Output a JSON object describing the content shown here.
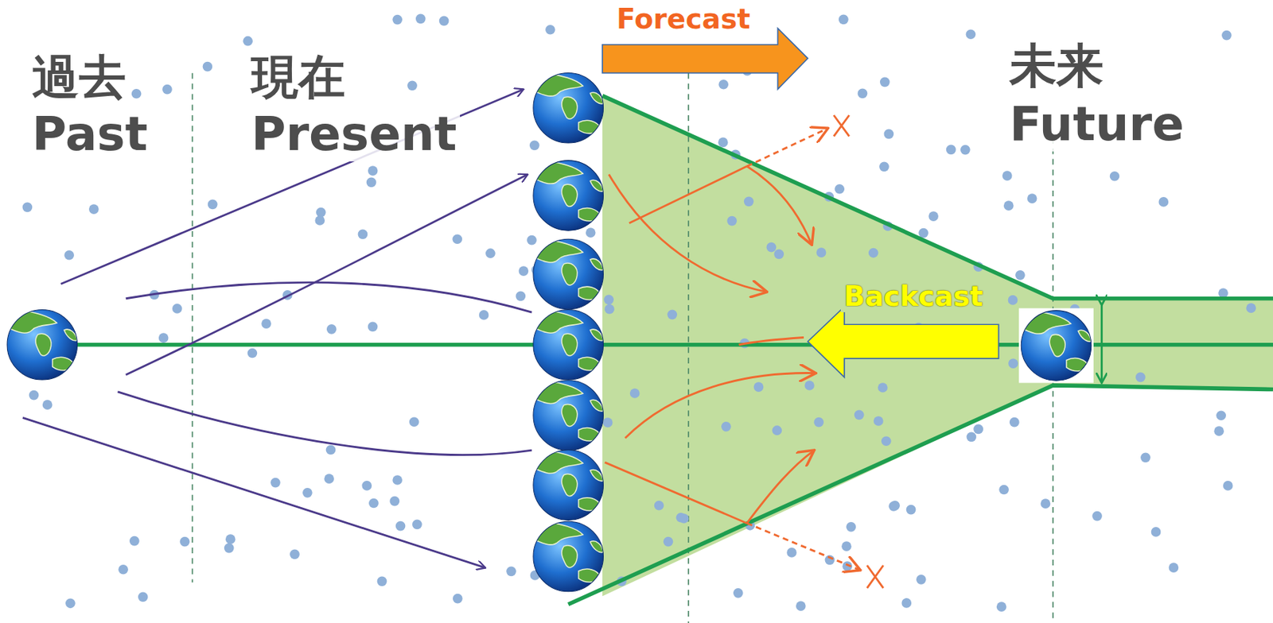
{
  "diagram": {
    "labels": [
      "過去",
      "Past",
      "現在",
      "Present",
      "Forecast",
      "未来",
      "Future",
      "Backcast"
    ]
  }
}
